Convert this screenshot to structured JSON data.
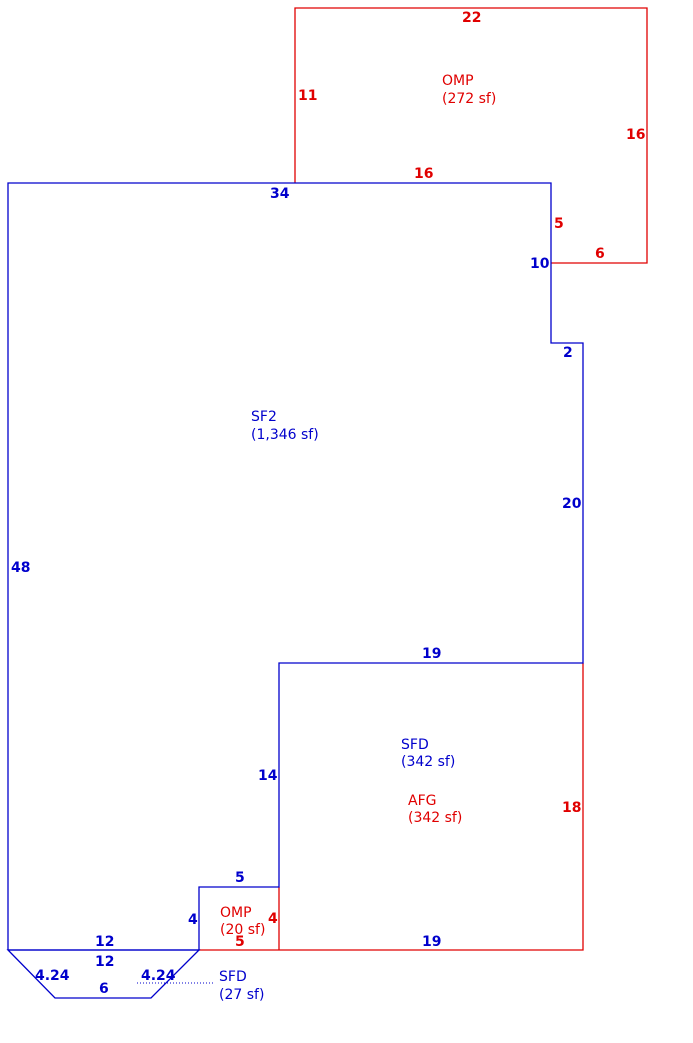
{
  "colors": {
    "blue": "#0000cc",
    "red": "#e00000",
    "background": "#ffffff"
  },
  "areas": {
    "sf2": {
      "name": "SF2",
      "size": "(1,346 sf)"
    },
    "omp_top": {
      "name": "OMP",
      "size": "(272 sf)"
    },
    "sfd_main": {
      "name": "SFD",
      "size": "(342 sf)"
    },
    "afg": {
      "name": "AFG",
      "size": "(342 sf)"
    },
    "omp_small": {
      "name": "OMP",
      "size": "(20 sf)"
    },
    "sfd_bay": {
      "name": "SFD",
      "size": "(27 sf)"
    }
  },
  "dimensions": {
    "omp_top_top": "22",
    "omp_top_left": "11",
    "omp_top_right": "16",
    "omp_top_bottom": "16",
    "omp_top_notch_v": "5",
    "omp_top_notch_h": "6",
    "sf2_top": "34",
    "sf2_left": "48",
    "sf2_right_upper": "10",
    "sf2_step": "2",
    "sf2_right_lower": "20",
    "sfd_top": "19",
    "sfd_left": "14",
    "afg_right": "18",
    "afg_bottom": "19",
    "omp_small_top": "5",
    "omp_small_left": "4",
    "omp_small_right": "4",
    "omp_small_bottom": "5",
    "bay_top_outer": "12",
    "bay_top_inner": "12",
    "bay_left_angle": "4.24",
    "bay_right_angle": "4.24",
    "bay_bottom": "6"
  }
}
